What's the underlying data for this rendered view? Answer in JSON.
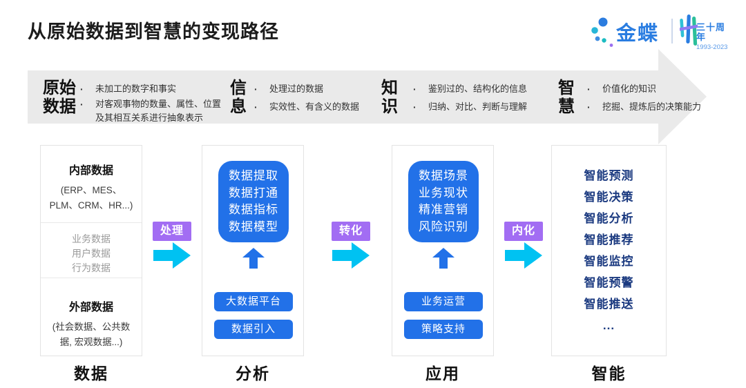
{
  "title": "从原始数据到智慧的变现路径",
  "logo": {
    "brand": "金蝶",
    "anniversary": "三十周年",
    "years": "1993-2023"
  },
  "banner": {
    "stages": [
      {
        "line1": "原始",
        "line2": "数据",
        "bullets": [
          "未加工的数字和事实",
          "对客观事物的数量、属性、位置及其相互关系进行抽象表示"
        ]
      },
      {
        "line1": "信",
        "line2": "息",
        "bullets": [
          "处理过的数据",
          "实效性、有含义的数据"
        ]
      },
      {
        "line1": "知",
        "line2": "识",
        "bullets": [
          "鉴别过的、结构化的信息",
          "归纳、对比、判断与理解"
        ]
      },
      {
        "line1": "智",
        "line2": "慧",
        "bullets": [
          "价值化的知识",
          "挖掘、提炼后的决策能力"
        ]
      }
    ]
  },
  "connectors": [
    {
      "label": "处理"
    },
    {
      "label": "转化"
    },
    {
      "label": "内化"
    }
  ],
  "columns": {
    "data": {
      "label": "数据",
      "internal": {
        "title": "内部数据",
        "detail": "(ERP、MES、PLM、CRM、HR...)"
      },
      "middle": {
        "items": [
          "业务数据",
          "用户数据",
          "行为数据"
        ]
      },
      "external": {
        "title": "外部数据",
        "detail": "(社会数据、公共数据, 宏观数据...)"
      }
    },
    "analysis": {
      "label": "分析",
      "box": [
        "数据提取",
        "数据打通",
        "数据指标",
        "数据模型"
      ],
      "pills": [
        "大数据平台",
        "数据引入"
      ]
    },
    "application": {
      "label": "应用",
      "box": [
        "数据场景",
        "业务现状",
        "精准营销",
        "风险识别"
      ],
      "pills": [
        "业务运营",
        "策略支持"
      ]
    },
    "intelligence": {
      "label": "智能",
      "items": [
        "智能预测",
        "智能决策",
        "智能分析",
        "智能推荐",
        "智能监控",
        "智能预警",
        "智能推送",
        "..."
      ]
    }
  },
  "colors": {
    "accent_blue": "#2271e8",
    "navy_text": "#1b3a80",
    "purple_label": "#a26df3",
    "cyan_arrow": "#00c2f2",
    "banner_gray": "#eaeaea",
    "brand_blue": "#2a7de1"
  }
}
